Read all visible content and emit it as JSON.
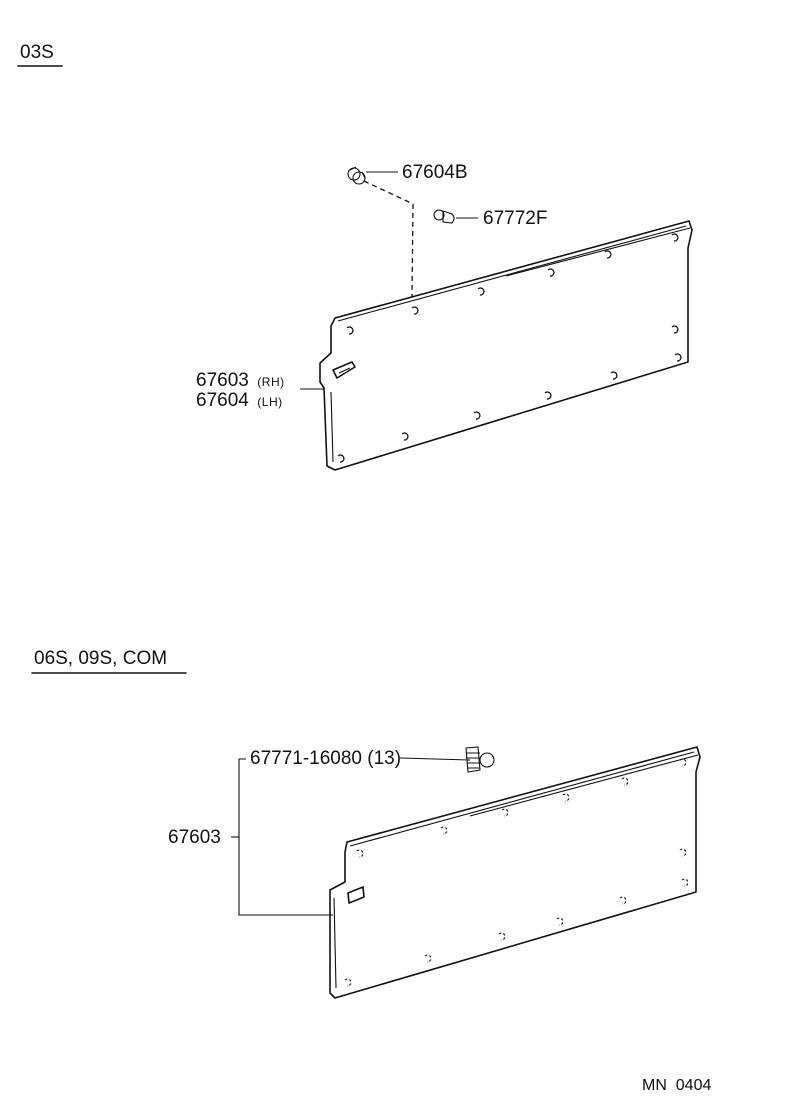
{
  "colors": {
    "ink": "#111111",
    "paper": "#ffffff"
  },
  "sections": [
    {
      "title": "03S",
      "parts": [
        {
          "number": "67604B"
        },
        {
          "number": "67772F"
        },
        {
          "number": "67603",
          "side": "(RH)"
        },
        {
          "number": "67604",
          "side": "(LH)"
        }
      ]
    },
    {
      "title": "06S, 09S, COM",
      "parts": [
        {
          "number": "67771-16080 (13)"
        },
        {
          "number": "67603"
        }
      ]
    }
  ],
  "footer": {
    "code": "MN  0404"
  }
}
